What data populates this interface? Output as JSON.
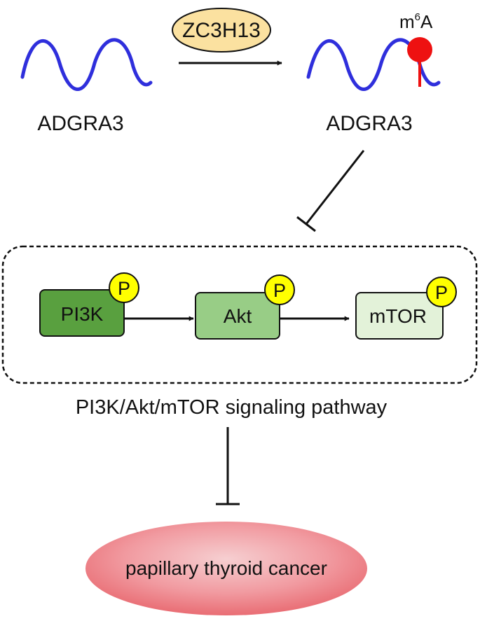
{
  "rna_left": {
    "label": "ADGRA3"
  },
  "enzyme": {
    "label": "ZC3H13"
  },
  "rna_right": {
    "label": "ADGRA3",
    "mod_base": "m",
    "mod_sup": "6",
    "mod_tail": "A"
  },
  "pathway": {
    "nodes": [
      {
        "label": "PI3K",
        "phospho": "P"
      },
      {
        "label": "Akt",
        "phospho": "P"
      },
      {
        "label": "mTOR",
        "phospho": "P"
      }
    ],
    "caption": "PI3K/Akt/mTOR signaling pathway"
  },
  "outcome": {
    "label": "papillary thyroid cancer"
  },
  "colors": {
    "rna": "#2f2fdc",
    "enzyme_fill": "#fbe1a0",
    "m6a": "#ee1111",
    "pi3k": "#59a03f",
    "akt": "#98cd86",
    "mtor": "#e3f2d9",
    "phospho": "#ffff00",
    "cancer_center": "#f6cfd1",
    "cancer_edge": "#e96d74"
  }
}
